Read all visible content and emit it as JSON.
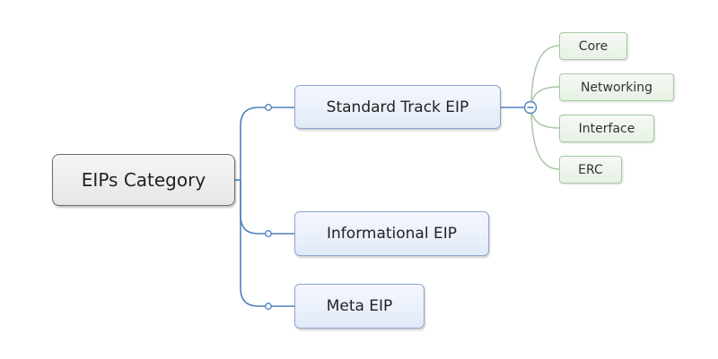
{
  "mindmap": {
    "root": {
      "label": "EIPs Category"
    },
    "branches": [
      {
        "label": "Standard Track EIP",
        "collapse_icon": "minus-icon",
        "children": [
          "Core",
          "Networking",
          "Interface",
          "ERC"
        ]
      },
      {
        "label": "Informational EIP"
      },
      {
        "label": "Meta EIP"
      }
    ]
  },
  "colors": {
    "connector": "#4f81bd",
    "leaf_connector": "#a8c8a4",
    "root_border": "#6b6b6b",
    "branch_fill": "#e2eaf8",
    "branch_border": "#8ea4cf",
    "leaf_fill": "#e7f1e5",
    "leaf_border": "#a8c8a4"
  }
}
